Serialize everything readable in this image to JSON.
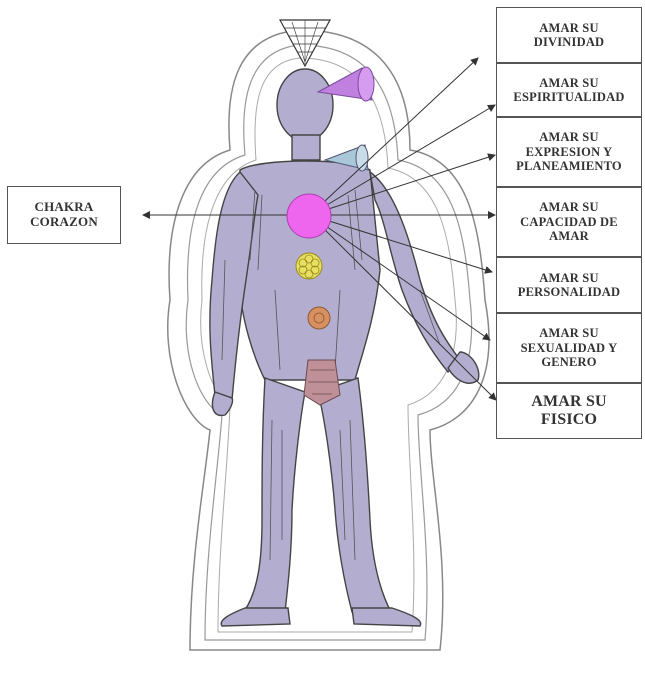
{
  "diagram": {
    "left_label": "CHAKRA\nCORAZON",
    "right_labels": [
      "AMAR SU\nDIVINIDAD",
      "AMAR SU\nESPIRITUALIDAD",
      "AMAR SU\nEXPRESION Y\nPLANEAMIENTO",
      "AMAR SU\nCAPACIDAD DE\nAMAR",
      "AMAR SU\nPERSONALIDAD",
      "AMAR SU\nSEXUALIDAD Y\nGENERO",
      "AMAR SU\nFISICO"
    ],
    "colors": {
      "heart_chakra": "#ee66ee",
      "crown_chakra": "#c080e0",
      "throat_chakra": "#a8c8d8",
      "solar_plexus_chakra": "#e8e060",
      "sacral_chakra": "#d89060",
      "root_chakra": "#c09098",
      "body_fill": "#b3aed0",
      "outline": "#444444"
    }
  }
}
